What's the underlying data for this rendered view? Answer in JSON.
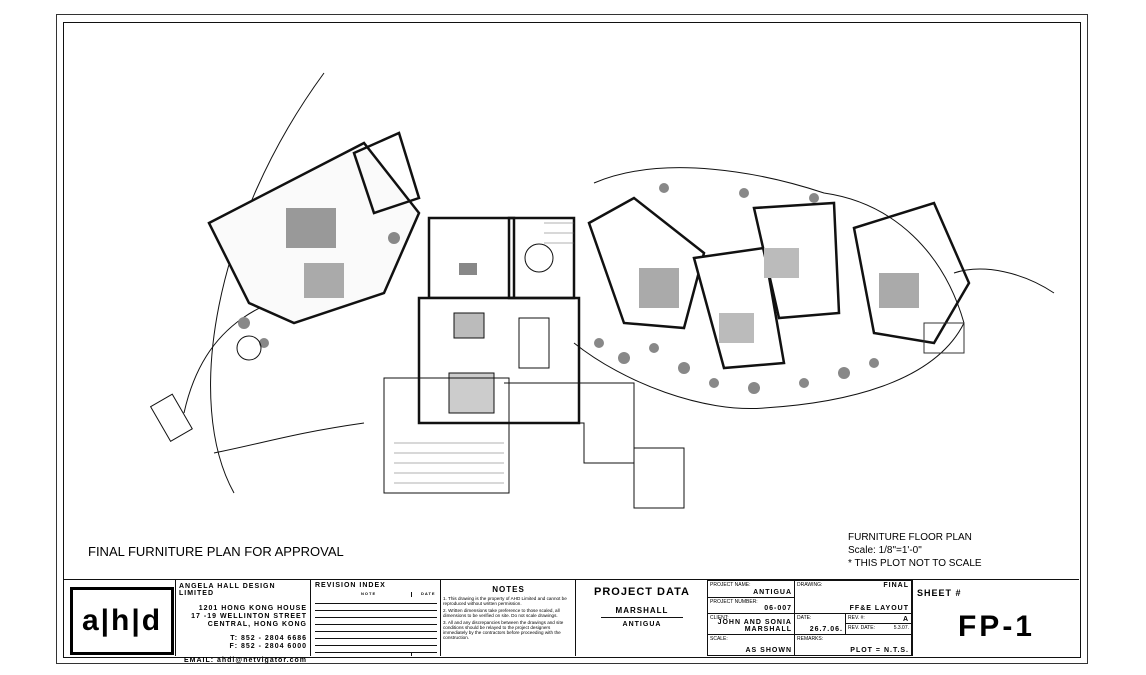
{
  "drawing": {
    "title_left": "FINAL FURNITURE PLAN FOR APPROVAL",
    "title_right": "FURNITURE FLOOR PLAN",
    "scale": "Scale: 1/8\"=1'-0\"",
    "scale_note": "* THIS PLOT NOT TO SCALE"
  },
  "title_block": {
    "logo": "a|h|d",
    "company": {
      "name": "ANGELA HALL DESIGN LIMITED",
      "addr1": "1201 HONG KONG HOUSE",
      "addr2": "17 -19 WELLINTON STREET",
      "addr3": "CENTRAL, HONG KONG",
      "tel": "T: 852 - 2804 6686",
      "fax": "F: 852 - 2804 6000",
      "email": "EMAIL: ahdl@netvigator.com"
    },
    "revision": {
      "title": "REVISION INDEX",
      "col_note": "NOTE",
      "col_date": "DATE"
    },
    "notes": {
      "title": "NOTES",
      "items": [
        "1. This drawing is the property of AHD Limited and cannot be reproduced without written permission.",
        "2. Written dimensions take preference to those scaled, all dimensions to be verified on site. Do not scale drawings.",
        "3. All and any discrepancies between the drawings and site conditions should be relayed to the project designers immediately by the contractors before proceeding with the construction."
      ]
    },
    "project_data": {
      "title": "PROJECT DATA",
      "name": "MARSHALL",
      "location": "ANTIGUA"
    },
    "fields": {
      "project_name_label": "PROJECT NAME:",
      "project_name": "ANTIGUA",
      "project_number_label": "PROJECT NUMBER:",
      "project_number": "06-007",
      "client_label": "CLIENT:",
      "client": "JOHN AND SONIA MARSHALL",
      "scale_label": "SCALE:",
      "scale": "AS SHOWN",
      "drawing_label": "DRAWING:",
      "drawing1": "FINAL",
      "drawing2": "FF&E LAYOUT",
      "date_label": "DATE:",
      "date": "26.7.06.",
      "rev_label": "REV. #:",
      "rev": "A",
      "rev_date_label": "REV. DATE:",
      "rev_date": "5.3.07.",
      "remarks_label": "REMARKS:",
      "remarks": "PLOT = N.T.S."
    },
    "sheet": {
      "label": "SHEET #",
      "number": "FP-1"
    }
  }
}
